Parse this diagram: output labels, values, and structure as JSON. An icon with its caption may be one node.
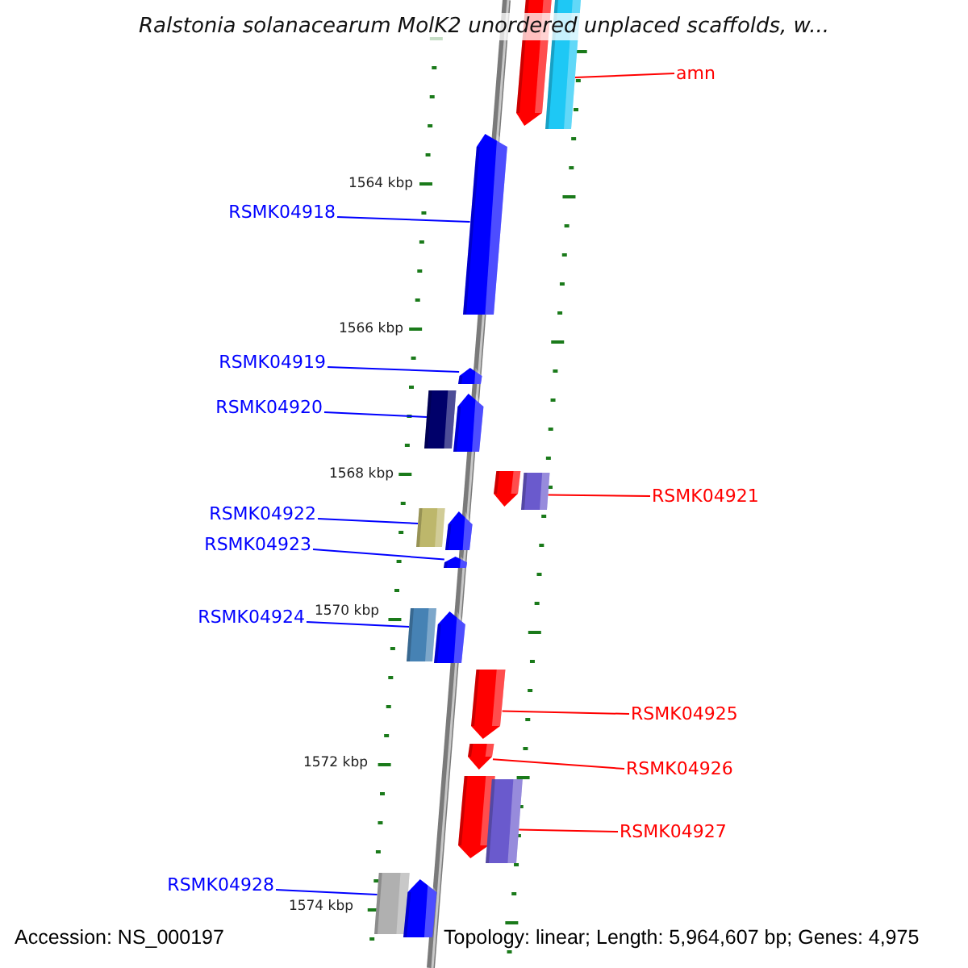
{
  "diagram": {
    "title": "Ralstonia solanacearum MolK2 unordered unplaced scaffolds, w...",
    "nodes": [
      {
        "text": [],
        "shape": "pentagon"
      },
      {
        "text": [],
        "shape": "bar"
      },
      {
        "text": [],
        "shape": "pentagon"
      },
      {
        "text": [],
        "shape": "pentagon"
      },
      {
        "text": [],
        "shape": "bar"
      },
      {
        "text": [],
        "shape": "pentagon"
      },
      {
        "text": [],
        "shape": "pentagon"
      },
      {
        "text": [],
        "shape": "bar"
      },
      {
        "text": [],
        "shape": "bar"
      },
      {
        "text": [],
        "shape": "pentagon"
      },
      {
        "text": [],
        "shape": "pentagon"
      },
      {
        "text": [],
        "shape": "bar"
      },
      {
        "text": [],
        "shape": "pentagon"
      },
      {
        "text": [],
        "shape": "pentagon"
      },
      {
        "text": [],
        "shape": "pentagon"
      },
      {
        "text": [],
        "shape": "pentagon"
      },
      {
        "text": [],
        "shape": "bar"
      },
      {
        "text": [],
        "shape": "bar"
      },
      {
        "text": [],
        "shape": "pentagon"
      },
      {
        "text": [
          "amn"
        ]
      },
      {
        "text": [
          "RSMK04918"
        ]
      },
      {
        "text": [
          "RSMK04919"
        ]
      },
      {
        "text": [
          "RSMK04920"
        ]
      },
      {
        "text": [
          "RSMK04921"
        ]
      },
      {
        "text": [
          "RSMK04922"
        ]
      },
      {
        "text": [
          "RSMK04923"
        ]
      },
      {
        "text": [
          "RSMK04924"
        ]
      },
      {
        "text": [
          "RSMK04925"
        ]
      },
      {
        "text": [
          "RSMK04926"
        ]
      },
      {
        "text": [
          "RSMK04927"
        ]
      },
      {
        "text": [
          "RSMK04928"
        ]
      }
    ],
    "edges": [
      {
        "from": 19,
        "to": 1,
        "arrow": "none",
        "color": "#ff0000"
      },
      {
        "from": 20,
        "to": 2,
        "arrow": "none"
      },
      {
        "from": 21,
        "to": 3,
        "arrow": "none"
      },
      {
        "from": 22,
        "to": 4,
        "arrow": "none"
      },
      {
        "from": 23,
        "to": 7,
        "arrow": "none",
        "color": "#ff0000"
      },
      {
        "from": 24,
        "to": 8,
        "arrow": "none"
      },
      {
        "from": 25,
        "to": 10,
        "arrow": "none"
      },
      {
        "from": 26,
        "to": 11,
        "arrow": "none"
      },
      {
        "from": 27,
        "to": 13,
        "arrow": "none",
        "color": "#ff0000"
      },
      {
        "from": 28,
        "to": 14,
        "arrow": "none",
        "color": "#ff0000"
      },
      {
        "from": 29,
        "to": 16,
        "arrow": "none",
        "color": "#ff0000"
      },
      {
        "from": 30,
        "to": 17,
        "arrow": "none"
      }
    ],
    "labels": [
      "1564 kbp",
      "1566 kbp",
      "1568 kbp",
      "1570 kbp",
      "1572 kbp",
      "1574 kbp",
      "Accession: NS_000197",
      "Topology: linear; Length: 5,964,607 bp; Genes: 4,975"
    ]
  }
}
